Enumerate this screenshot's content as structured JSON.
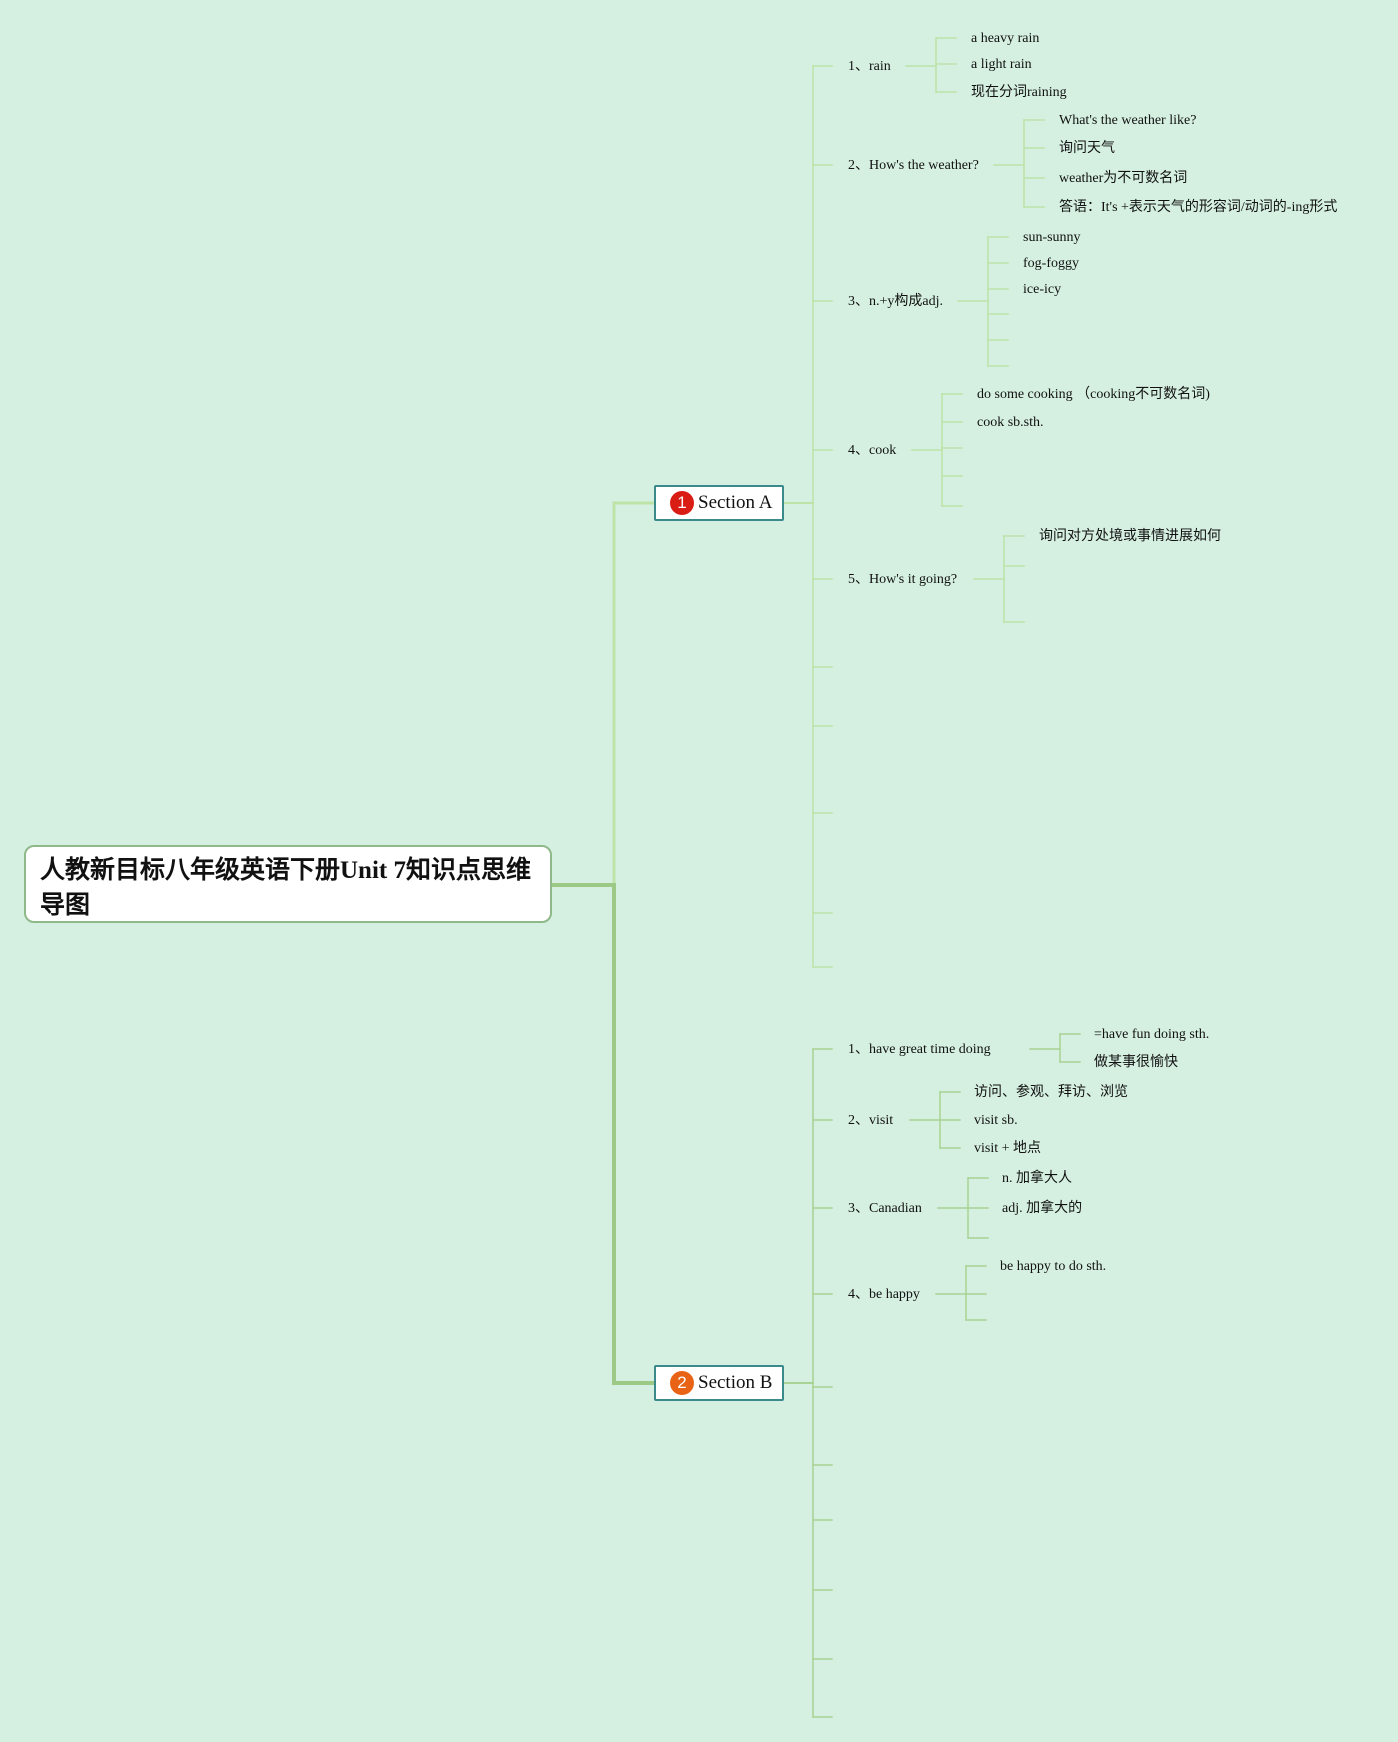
{
  "root": {
    "title": "人教新目标八年级英语下册Unit 7知识点思维导图"
  },
  "colors": {
    "background": "#d5f0e0",
    "line_main": "#9cc985",
    "line_a": "#bde3a7",
    "line_b": "#a8d393",
    "badge_a": "#d91c14",
    "badge_b": "#e86315",
    "section_border": "#3a8a8c"
  },
  "section_a": {
    "badge": "1",
    "label": "Section A",
    "items": [
      {
        "label": "1、rain",
        "children": [
          "a heavy rain",
          "a light rain",
          "现在分词raining"
        ]
      },
      {
        "label": "2、How's the weather?",
        "children": [
          "What's the weather like?",
          "询问天气",
          "weather为不可数名词",
          "答语：It's +表示天气的形容词/动词的-ing形式"
        ]
      },
      {
        "label": "3、n.+y构成adj.",
        "children": [
          "sun-sunny",
          "fog-foggy",
          "ice-icy",
          "",
          "",
          ""
        ]
      },
      {
        "label": "4、cook",
        "children": [
          "do some cooking （cooking不可数名词)",
          "cook sb.sth.",
          "",
          "",
          ""
        ]
      },
      {
        "label": "5、How's it going?",
        "children": [
          "询问对方处境或事情进展如何",
          "",
          ""
        ]
      }
    ]
  },
  "section_b": {
    "badge": "2",
    "label": "Section B",
    "items": [
      {
        "label": "1、have great time doing",
        "children": [
          "=have fun doing sth.",
          "做某事很愉快"
        ]
      },
      {
        "label": "2、visit",
        "children": [
          "访问、参观、拜访、浏览",
          "visit sb.",
          "visit + 地点"
        ]
      },
      {
        "label": "3、Canadian",
        "children": [
          "n. 加拿大人",
          "adj. 加拿大的",
          ""
        ]
      },
      {
        "label": "4、be happy",
        "children": [
          "be happy to do sth.",
          "",
          ""
        ]
      }
    ]
  }
}
